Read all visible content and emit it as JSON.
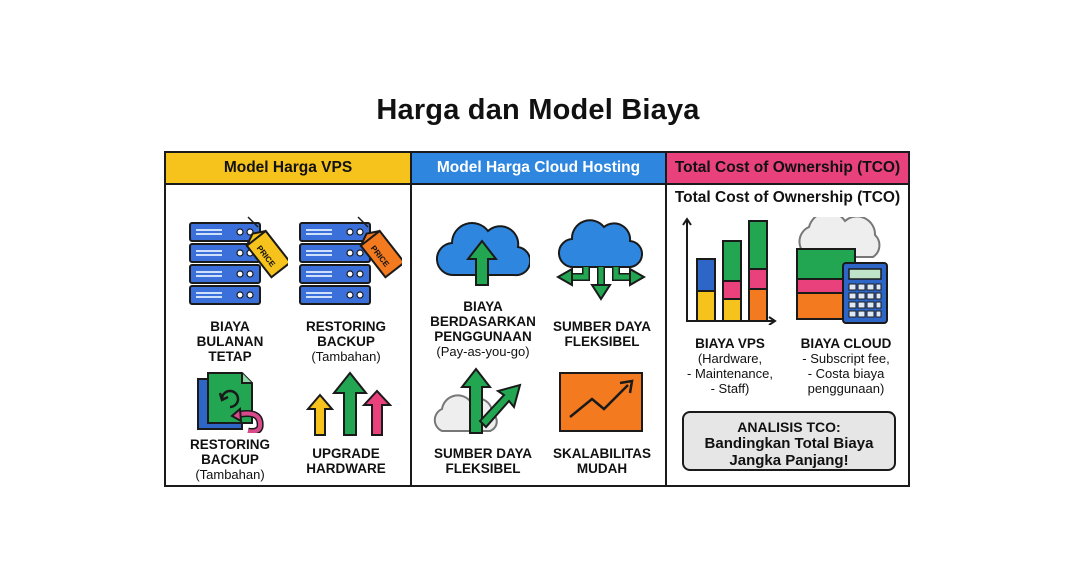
{
  "title": "Harga dan Model Biaya",
  "colors": {
    "yellow": "#f6c21c",
    "blue": "#2e86de",
    "pink": "#e8417c",
    "green": "#22a652",
    "orange": "#f47a20"
  },
  "columns": [
    {
      "header": "Model Harga VPS",
      "items": [
        {
          "icon": "server-price-tag-icon",
          "lines": [
            "BIAYA",
            "BULANAN",
            "TETAP"
          ]
        },
        {
          "icon": "server-price-tag-icon",
          "lines": [
            "RESTORING",
            "BACKUP"
          ],
          "sub": "(Tambahan)"
        },
        {
          "icon": "backup-document-icon",
          "lines": [
            "RESTORING",
            "BACKUP"
          ],
          "sub": "(Tambahan)"
        },
        {
          "icon": "upgrade-arrows-icon",
          "lines": [
            "UPGRADE",
            "HARDWARE"
          ]
        }
      ]
    },
    {
      "header": "Model Harga Cloud Hosting",
      "items": [
        {
          "icon": "cloud-upload-icon",
          "lines": [
            "BIAYA",
            "BERDASARKAN",
            "PENGGUNAAN"
          ],
          "sub": "(Pay-as-you-go)"
        },
        {
          "icon": "cloud-distribute-icon",
          "lines": [
            "SUMBER DAYA",
            "FLEKSIBEL"
          ]
        },
        {
          "icon": "cloud-branch-arrows-icon",
          "lines": [
            "SUMBER DAYA",
            "FLEKSIBEL"
          ]
        },
        {
          "icon": "growth-chart-icon",
          "lines": [
            "SKALABILITAS",
            "MUDAH"
          ]
        }
      ]
    },
    {
      "header": "Total Cost of Ownership (TCO)",
      "subtitle": "Total Cost of Ownership (TCO)",
      "items": [
        {
          "icon": "stacked-bar-chart-icon",
          "lines": [
            "BIAYA VPS"
          ],
          "details": [
            "(Hardware,",
            "- Maintenance,",
            "- Staff)"
          ]
        },
        {
          "icon": "cloud-calculator-icon",
          "lines": [
            "BIAYA CLOUD"
          ],
          "details": [
            "- Subscript fee,",
            "- Costa biaya",
            "penggunaan)"
          ]
        }
      ],
      "analysis": {
        "line1": "ANALISIS TCO:",
        "line2": "Bandingkan Total Biaya",
        "line3": "Jangka Panjang!"
      }
    }
  ],
  "price_tag_text": "PRICE"
}
